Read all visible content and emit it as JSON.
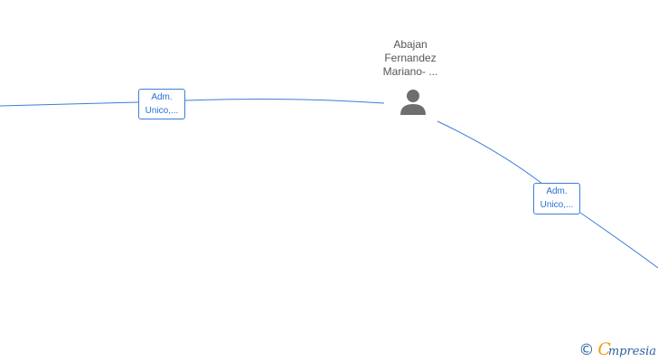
{
  "person": {
    "name_lines": [
      "Abajan",
      "Fernandez",
      "Mariano- ..."
    ],
    "icon": "person-icon"
  },
  "edges": [
    {
      "label_lines": [
        "Adm.",
        "Unico,..."
      ]
    },
    {
      "label_lines": [
        "Adm.",
        "Unico,..."
      ]
    }
  ],
  "footer": {
    "copyright_symbol": "©",
    "brand_initial": "C",
    "brand_rest": "mpresia"
  },
  "colors": {
    "edge": "#3b7dd8",
    "label_text": "#2a6fd0",
    "node_icon": "#6e6e6e",
    "person_text": "#555555",
    "brand_accent": "#f39c12",
    "brand_main": "#2a5f9e"
  }
}
